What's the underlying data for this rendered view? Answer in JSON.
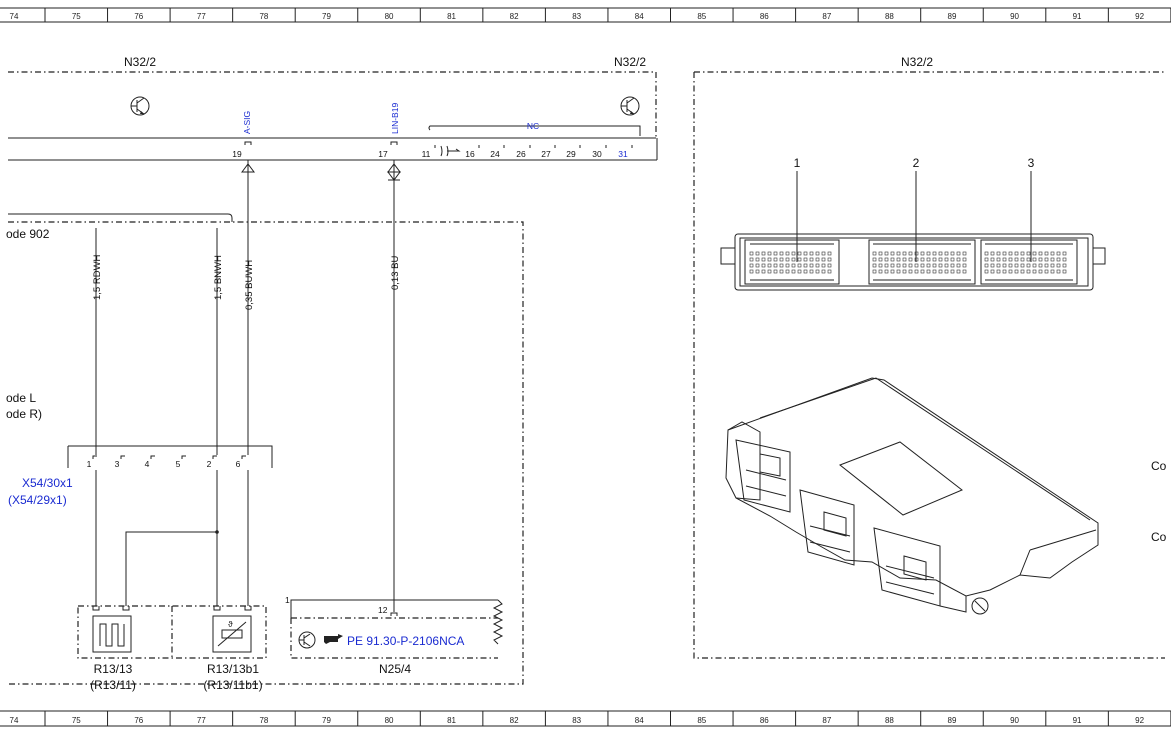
{
  "ruler": {
    "numbers": [
      "74",
      "75",
      "76",
      "77",
      "78",
      "79",
      "80",
      "81",
      "82",
      "83",
      "84",
      "85",
      "86",
      "87",
      "88",
      "89",
      "90",
      "91",
      "92"
    ]
  },
  "module_left": {
    "name_left": "N32/2",
    "name_right": "N32/2",
    "signal_a": "A-SIG",
    "signal_lin": "LIN-B19",
    "nc_label": "NC",
    "pins": [
      "19",
      "17",
      "11",
      "16",
      "24",
      "26",
      "27",
      "29",
      "30",
      "31"
    ]
  },
  "module_right": {
    "name": "N32/2",
    "connectors": [
      "1",
      "2",
      "3"
    ],
    "side_text_1": "Co",
    "side_text_2": "Co"
  },
  "code_box": {
    "code_902": "ode 902",
    "code_l": "ode L",
    "code_r": "ode R)"
  },
  "wires": {
    "w1": "1,5 RDWH",
    "w2": "1,5 BNWH",
    "w3": "0,35 BUWH",
    "w4": "0,13 BU"
  },
  "connector_x54": {
    "pins": [
      "1",
      "3",
      "4",
      "5",
      "2",
      "6"
    ],
    "name": "X54/30x1",
    "name_alt": "(X54/29x1)"
  },
  "sensors": {
    "r13_13": "R13/13",
    "r13_13_alt": "(R13/11)",
    "r13_13b1": "R13/13b1",
    "r13_13b1_alt": "(R13/11b1)"
  },
  "n25": {
    "pin_1": "1",
    "pin_12": "12",
    "reference": "PE 91.30-P-2106NCA",
    "name": "N25/4"
  },
  "colors": {
    "line": "#222222",
    "blue_text": "#1a2bd1"
  }
}
